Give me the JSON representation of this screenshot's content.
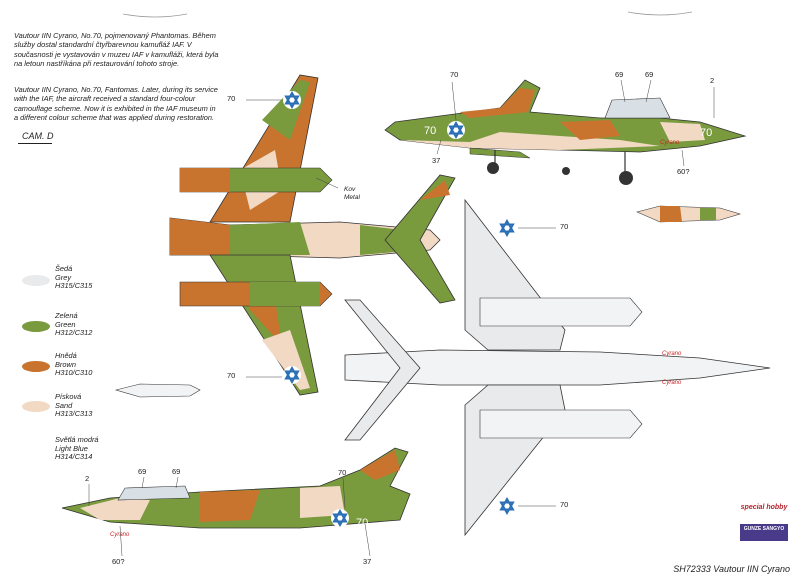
{
  "description_cz": "Vautour IIN Cyrano, No.70, pojmenovaný Phantomas. Během služby dostal standardní čtyřbarevnou kamufláž IAF. V současnosti je vystavován v muzeu IAF v kamufláži, která byla na letoun nastříkána při restaurování tohoto stroje.",
  "description_en": "Vautour IIN Cyrano, No.70, Fantomas. Later, during its service with the IAF, the aircraft received a standard four-colour camouflage scheme. Now it is exhibited in the IAF museum in a different colour scheme that was applied during restoration.",
  "camo_label": "CAM. D",
  "legend": [
    {
      "cz": "Šedá",
      "en": "Grey",
      "code": "H315/C315",
      "color": "#e9eaec"
    },
    {
      "cz": "Zelená",
      "en": "Green",
      "code": "H312/C312",
      "color": "#7a9a3e"
    },
    {
      "cz": "Hnědá",
      "en": "Brown",
      "code": "H310/C310",
      "color": "#c8742e"
    },
    {
      "cz": "Písková",
      "en": "Sand",
      "code": "H313/C313",
      "color": "#f2d9c4"
    },
    {
      "cz": "Světlá modrá",
      "en": "Light Blue",
      "code": "H314/C314",
      "color": ""
    }
  ],
  "callouts": {
    "n70": "70",
    "n69": "69",
    "n2": "2",
    "n37": "37",
    "n60": "60?"
  },
  "kov_metal": {
    "cz": "Kov",
    "en": "Metal"
  },
  "roundel_number": "70",
  "nose_name": "Cyrano",
  "footer": "SH72333 Vautour IIN Cyrano",
  "logos": {
    "special_hobby": "special hobby",
    "gunze": "GUNZE SANGYO"
  },
  "colors": {
    "grey": "#e9eaec",
    "green": "#7a9a3e",
    "brown": "#c8742e",
    "sand": "#f2d9c4",
    "blue_star": "#2a6fb5"
  }
}
